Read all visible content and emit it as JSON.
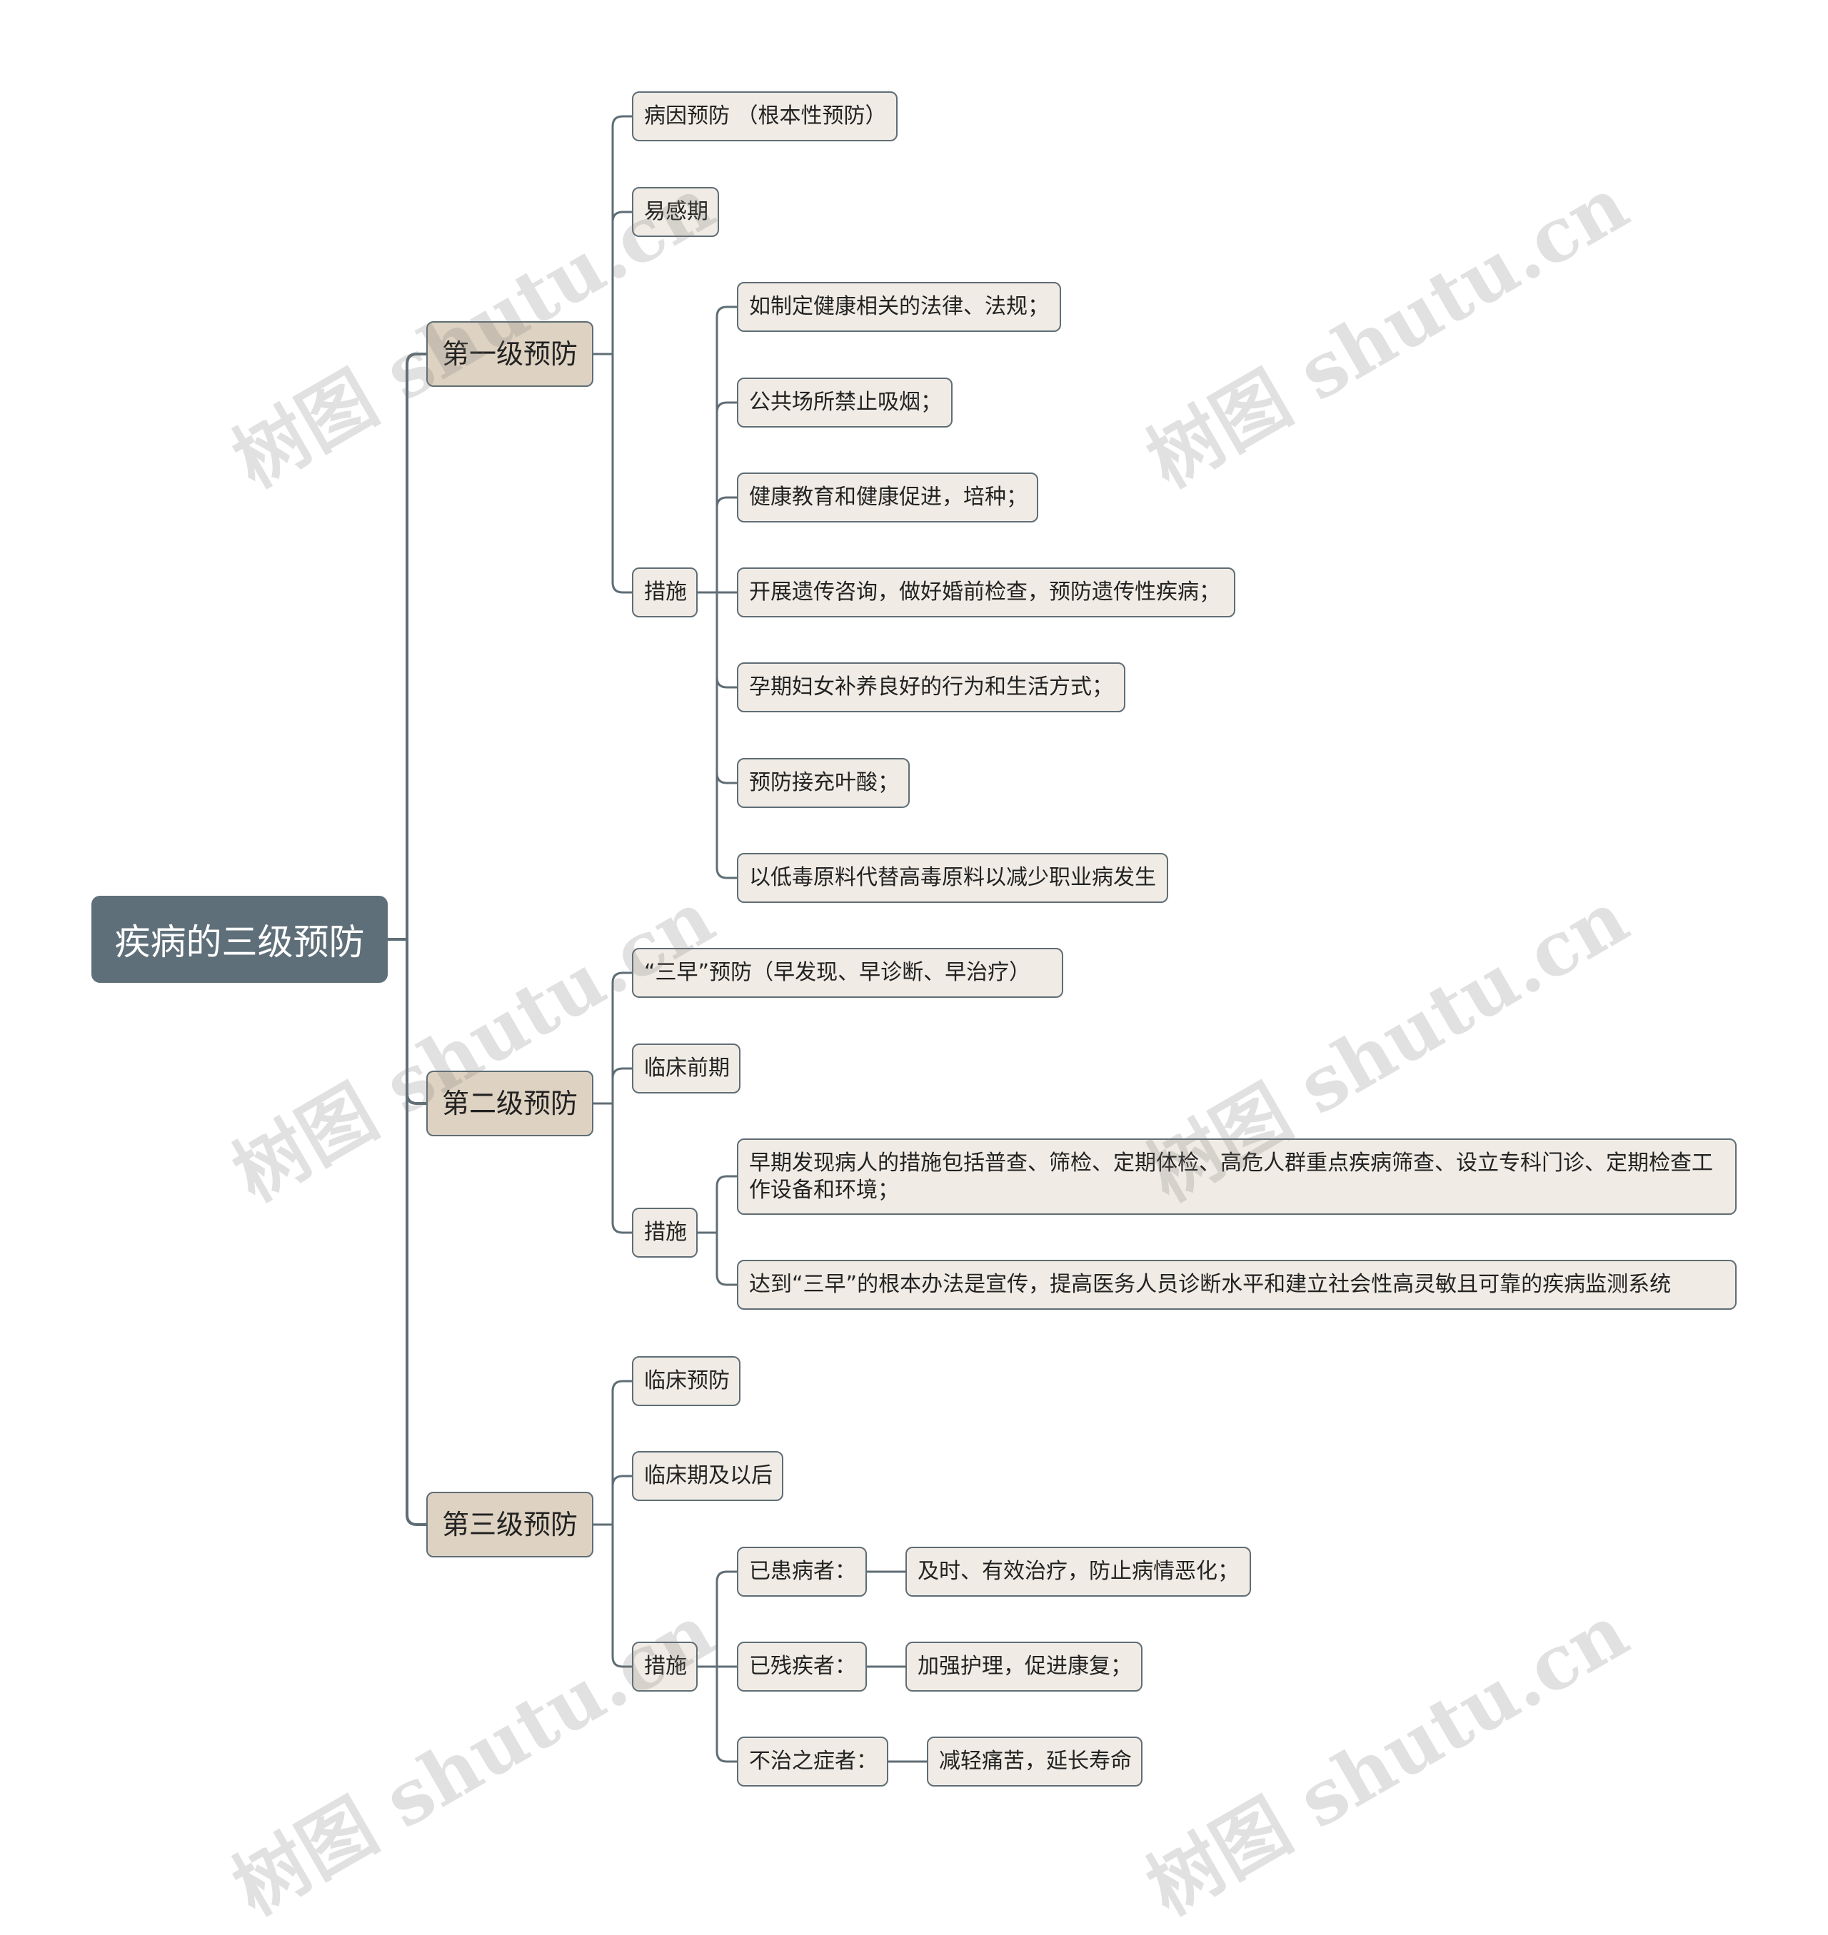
{
  "root": "疾病的三级预防",
  "level1": {
    "first": "第一级预防",
    "second": "第二级预防",
    "third": "第三级预防"
  },
  "first": {
    "etiology": "病因预防 （根本性预防）",
    "period": "易感期",
    "measures": "措施",
    "items": [
      "如制定健康相关的法律、法规；",
      "公共场所禁止吸烟；",
      "健康教育和健康促进，培种；",
      "开展遗传咨询，做好婚前检查，预防遗传性疾病；",
      "孕期妇女补养良好的行为和生活方式；",
      "预防接充叶酸；",
      "以低毒原料代替高毒原料以减少职业病发生"
    ]
  },
  "second": {
    "three_early": "“三早”预防（早发现、早诊断、早治疗）",
    "period": "临床前期",
    "measures": "措施",
    "items": [
      "早期发现病人的措施包括普查、筛检、定期体检、高危人群重点疾病筛查、设立专科门诊、定期检查工作设备和环境；",
      "达到“三早”的根本办法是宣传，提高医务人员诊断水平和建立社会性高灵敏且可靠的疾病监测系统"
    ]
  },
  "third": {
    "clinical": "临床预防",
    "period": "临床期及以后",
    "measures": "措施",
    "groups": [
      {
        "label": "已患病者：",
        "action": "及时、有效治疗，防止病情恶化；"
      },
      {
        "label": "已残疾者：",
        "action": "加强护理，促进康复；"
      },
      {
        "label": "不治之症者：",
        "action": "减轻痛苦，延长寿命"
      }
    ]
  },
  "watermark": "树图 shutu.cn",
  "colors": {
    "root": "#5f6f79",
    "level1": "#ded2c2",
    "leaf": "#f0ece5",
    "line": "#5f6d75"
  }
}
